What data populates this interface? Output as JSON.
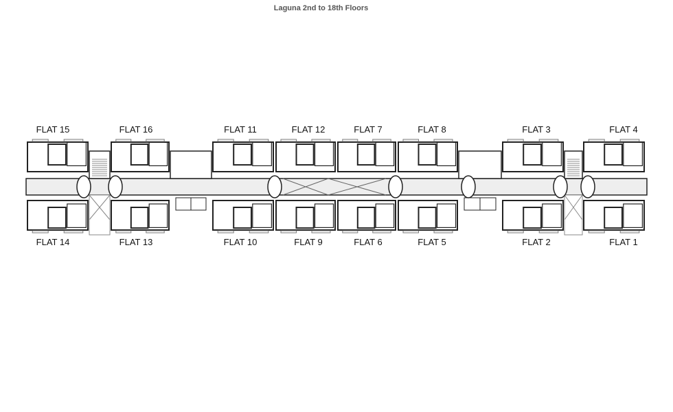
{
  "title": "Laguna 2nd to 18th Floors",
  "flats_top": [
    "FLAT 15",
    "FLAT 16",
    "FLAT 11",
    "FLAT 12",
    "FLAT 7",
    "FLAT 8",
    "FLAT 3",
    "FLAT 4"
  ],
  "flats_bottom": [
    "FLAT 14",
    "FLAT 13",
    "FLAT 10",
    "FLAT 9",
    "FLAT 6",
    "FLAT 5",
    "FLAT 2",
    "FLAT 1"
  ],
  "colors": {
    "line": "#222222",
    "corridor": "#eeeeee",
    "text": "#111111"
  }
}
